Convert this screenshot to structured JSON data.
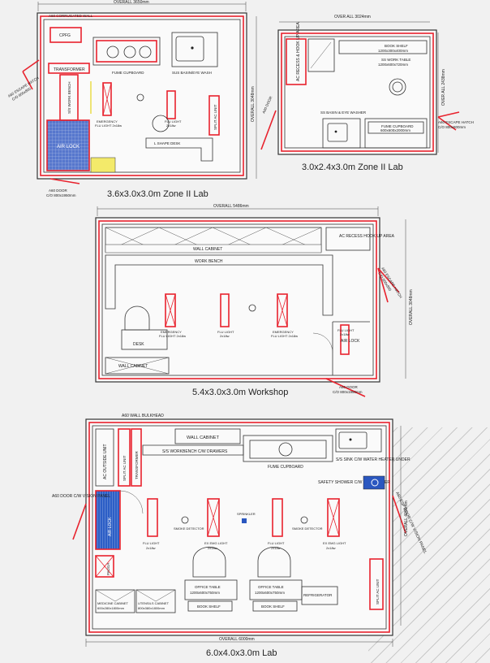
{
  "plans": [
    {
      "caption": "3.6x3.0x3.0m Zone II Lab",
      "overall_top": "OVERALL 3650mm",
      "overall_side": "OVERALL 3048mm",
      "labels": {
        "a60_wall": "A60 CORRUGATED WALL",
        "cpfg": "CPFG",
        "transformer": "TRANSFORMER",
        "fume_cupboard": "FUME CUPBOARD",
        "sink": "SUS BASIN/EYE WASH",
        "ss_work_bench": "S/S WORK BENCH",
        "ss_work_bench2": "S/S WORK BENCH",
        "split_ac": "SPLIT AC UNIT",
        "emergency": "EMERGENCY",
        "flu_light_em": "FLU LIGHT 2x18w",
        "flu_light": "FLU LIGHT",
        "flu_light_w": "2x18w",
        "air_lock": "AIR LOCK",
        "l_desk": "L SHAPE DESK",
        "hatch": "A60 ESCAPE HATCH",
        "hatch_size": "C/O 800x800",
        "door": "A60 DOOR",
        "door_size": "C/O 800x1950mm",
        "door_right": "A60 DOOR"
      }
    },
    {
      "caption": "3.0x2.4x3.0m Zone II Lab",
      "overall_top": "OVER ALL 3024mm",
      "overall_side": "OVER ALL 2438mm",
      "labels": {
        "ac_recess": "AC RECESS & HOOK UP AREA",
        "book_shelf": "BOOK SHELF",
        "book_shelf_size": "1200x300x400mm",
        "ss_table": "SS WORK TABLE",
        "ss_table_size": "1200x600x720mm",
        "basin": "SS BASIN & EYE WASHER",
        "fume": "FUME CUPBOARD",
        "fume_size": "600x600x2000mm",
        "door": "A60 DOOR",
        "hatch": "A60 ESCAPE HATCH",
        "hatch_size": "C/O 800x800mm"
      }
    },
    {
      "caption": "5.4x3.0x3.0m Workshop",
      "overall_top": "OVERALL 5486mm",
      "overall_side": "OVERALL 3048mm",
      "labels": {
        "wall_cabinet": "WALL CABINET",
        "work_bench": "WORK BENCH",
        "ac_recess": "AC RECESS HOOK UP AREA",
        "hatch": "A60 ESCAPE HATCH",
        "hatch_size": "C/O 800x800",
        "emergency": "EMERGENCY",
        "flu_light_em": "FLU LIGHT 2x18w",
        "flu_light": "FLU LIGHT",
        "flu_light_w": "2x18w",
        "emergency2": "EMERGENCY",
        "flu_light_em2": "FLU LIGHT 2x18w",
        "flu_light3": "FLU LIGHT",
        "flu_light3_w": "2x18w",
        "air_lock": "AIR LOCK",
        "desk": "DESK",
        "wall_cabinet2": "WALL CABINET",
        "door": "A60 DOOR",
        "door_size": "C/O 800x1950mm"
      }
    },
    {
      "caption": "6.0x4.0x3.0m Lab",
      "overall_top": "OVERALL 6000mm",
      "overall_side": "OVERALL 4000mm",
      "labels": {
        "bulkhead": "A60 WALL BULKHEAD",
        "wall_cabinet": "WALL CABINET",
        "workbench": "S/S WORKBENCH C/W DRAWERS",
        "fume": "FUME CUPBOARD",
        "sink": "S/S SINK C/W WATER HEATER UNDER",
        "shower": "SAFETY SHOWER C/W EYE WASHER",
        "ac_outside": "AC OUTSIDE UNIT",
        "split_ac": "SPLIT AC UNIT",
        "transformer": "TRANSFORMER",
        "door_left": "A60 DOOR C/W VISION PANEL",
        "door_right": "A60 ESP DOOR C/W VISION PANEL",
        "air_lock": "AIR LOCK",
        "smoke1": "SMOKE DETECTOR",
        "sprinkler": "SPRINKLER",
        "smoke2": "SMOKE DETECTOR",
        "flu1": "FLU LIGHT",
        "flu1_w": "2x18w",
        "emg1": "EX EMG LIGHT",
        "emg1_w": "2x18w",
        "flu2": "FLU LIGHT",
        "flu2_w": "2x18w",
        "emg2": "EX EMG LIGHT",
        "emg2_w": "2x18w",
        "office1": "OFFICE TABLE",
        "office1_size": "1200x600x750mm",
        "office2": "OFFICE TABLE",
        "office2_size": "1200x600x750mm",
        "shelf1": "BOOK SHELF",
        "shelf2": "BOOK SHELF",
        "fridge": "REFRIGERATOR",
        "medicine": "MEDICINE CABINET",
        "medicine_size": "600x280x1800mm",
        "utensils": "UTENSILS CABINET",
        "utensils_size": "800x380x1800mm",
        "pauga": "PAUGA",
        "split_ac_r": "SPLIT AC UNIT"
      }
    }
  ]
}
